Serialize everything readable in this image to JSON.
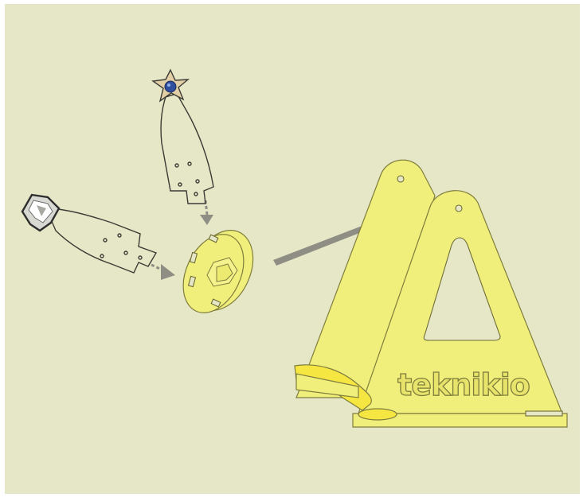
{
  "brand": {
    "logo_text": "teknikio"
  },
  "colors": {
    "background": "#e6e7c6",
    "stand_yellow": "#f0ef7c",
    "accent_yellow": "#f5e642",
    "arrow_gray": "#8e8e84",
    "outline": "#3b3b36",
    "star_blue": "#2f4f9e"
  },
  "parts": [
    {
      "name": "star-light-arm"
    },
    {
      "name": "heart-light-arm"
    },
    {
      "name": "yellow-hub-disc"
    },
    {
      "name": "triangle-stand"
    }
  ]
}
